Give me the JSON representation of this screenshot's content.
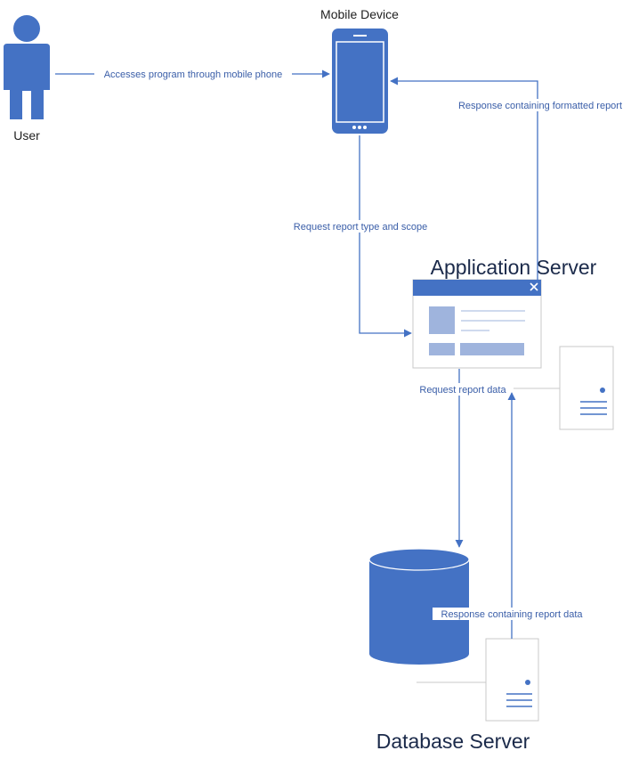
{
  "colors": {
    "accent": "#4472c4",
    "shape_fill": "#4472c4",
    "light_fill": "#9fb4dd",
    "border_gray": "#c9c9c9",
    "edge_text": "#3a5ea8"
  },
  "nodes": {
    "user": {
      "label": "User",
      "icon": "person-icon"
    },
    "mobile": {
      "label": "Mobile Device",
      "icon": "mobile-phone-icon"
    },
    "app_server": {
      "label": "Application Server",
      "icon": "application-window-icon"
    },
    "db_server": {
      "label": "Database Server",
      "icon": "database-cylinder-icon"
    }
  },
  "edges": {
    "user_to_mobile": "Accesses program through mobile phone",
    "mobile_to_app": "Request report type and scope",
    "app_to_mobile": "Response containing formatted report",
    "app_to_db": "Request report data",
    "db_to_app": "Response containing report data"
  }
}
